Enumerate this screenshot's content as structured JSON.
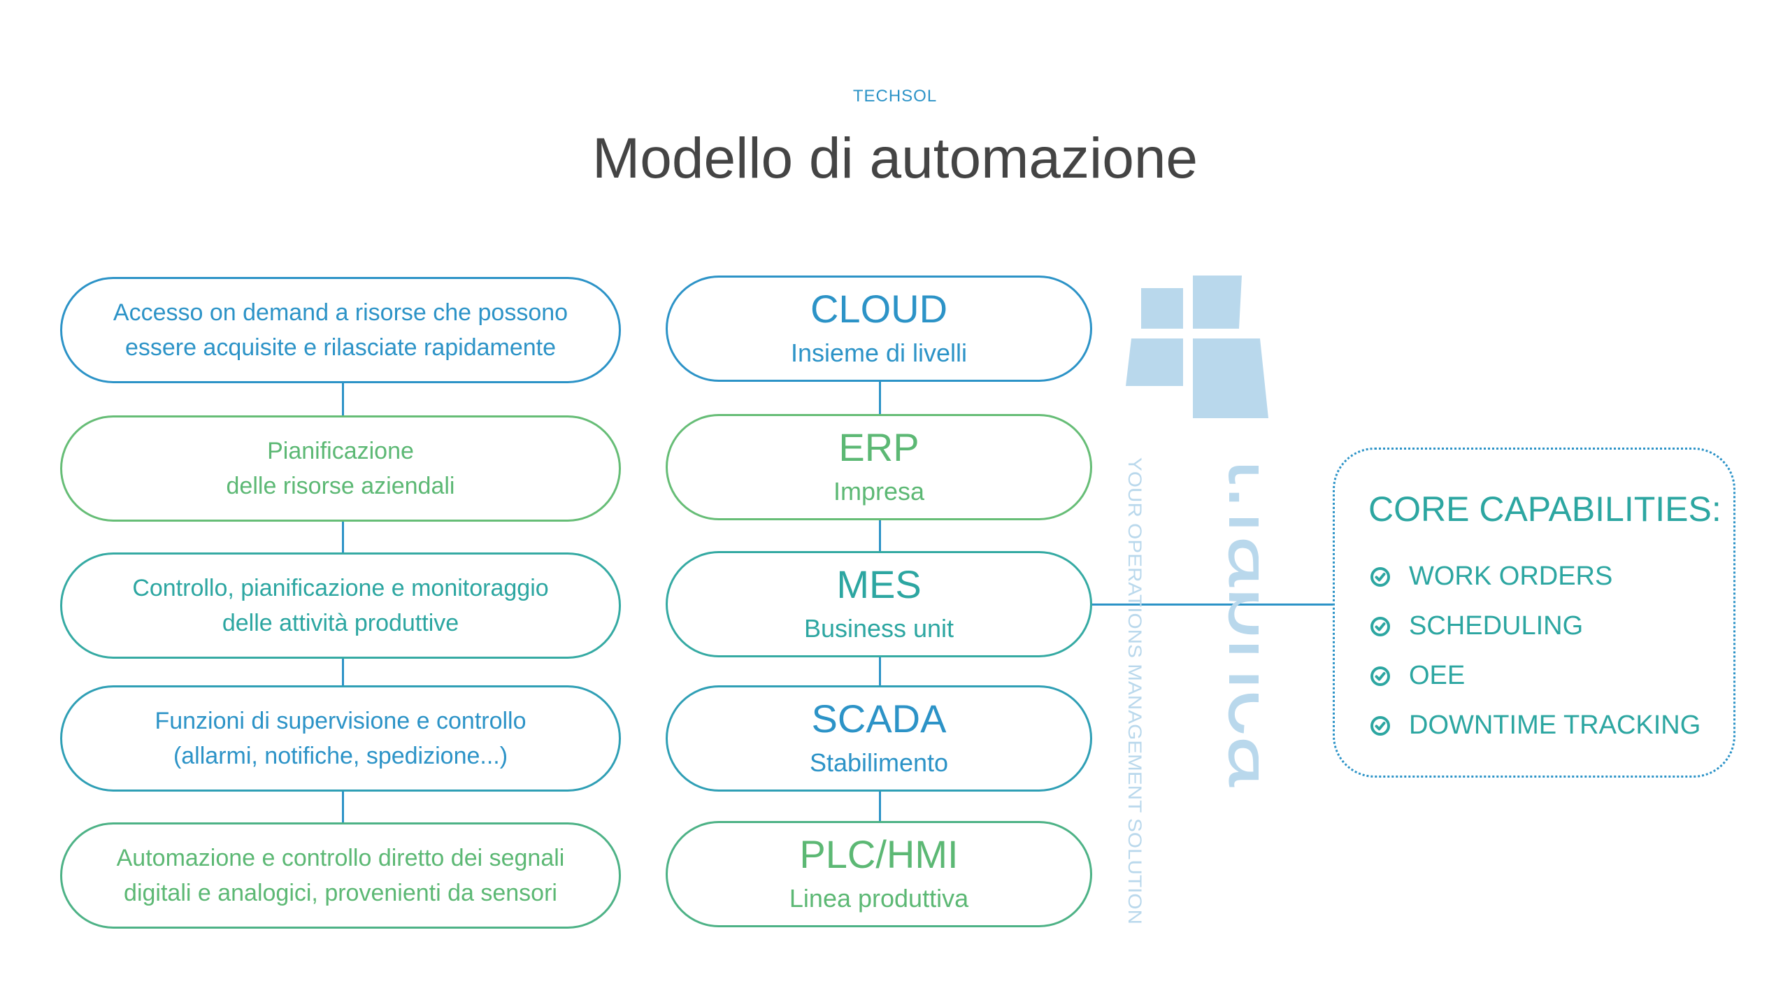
{
  "header": {
    "brand": "TECHSOL",
    "title": "Modello di automazione"
  },
  "descriptions": [
    {
      "line1": "Accesso on demand a risorse che possono",
      "line2": "essere acquisite e rilasciate rapidamente"
    },
    {
      "line1": "Pianificazione",
      "line2": "delle risorse aziendali"
    },
    {
      "line1": "Controllo, pianificazione e monitoraggio",
      "line2": "delle attività produttive"
    },
    {
      "line1": "Funzioni di supervisione e controllo",
      "line2": "(allarmi, notifiche, spedizione...)"
    },
    {
      "line1": "Automazione e controllo diretto dei segnali",
      "line2": "digitali e analogici, provenienti da sensori"
    }
  ],
  "levels": [
    {
      "name": "CLOUD",
      "sub": "Insieme di livelli"
    },
    {
      "name": "ERP",
      "sub": "Impresa"
    },
    {
      "name": "MES",
      "sub": "Business unit"
    },
    {
      "name": "SCADA",
      "sub": "Stabilimento"
    },
    {
      "name": "PLC/HMI",
      "sub": "Linea produttiva"
    }
  ],
  "watermark": {
    "logo": "t.fabrica",
    "tagline": "YOUR OPERATIONS MANAGEMENT SOLUTION"
  },
  "capabilities": {
    "title": "CORE CAPABILITIES:",
    "items": [
      "WORK ORDERS",
      "SCHEDULING",
      "OEE",
      "DOWNTIME TRACKING"
    ],
    "icon": "check-circle-icon"
  },
  "colors": {
    "blue": "#2c93c7",
    "green": "#5cb874",
    "teal": "#2ca6a1",
    "watermark": "#b9d8ec"
  }
}
